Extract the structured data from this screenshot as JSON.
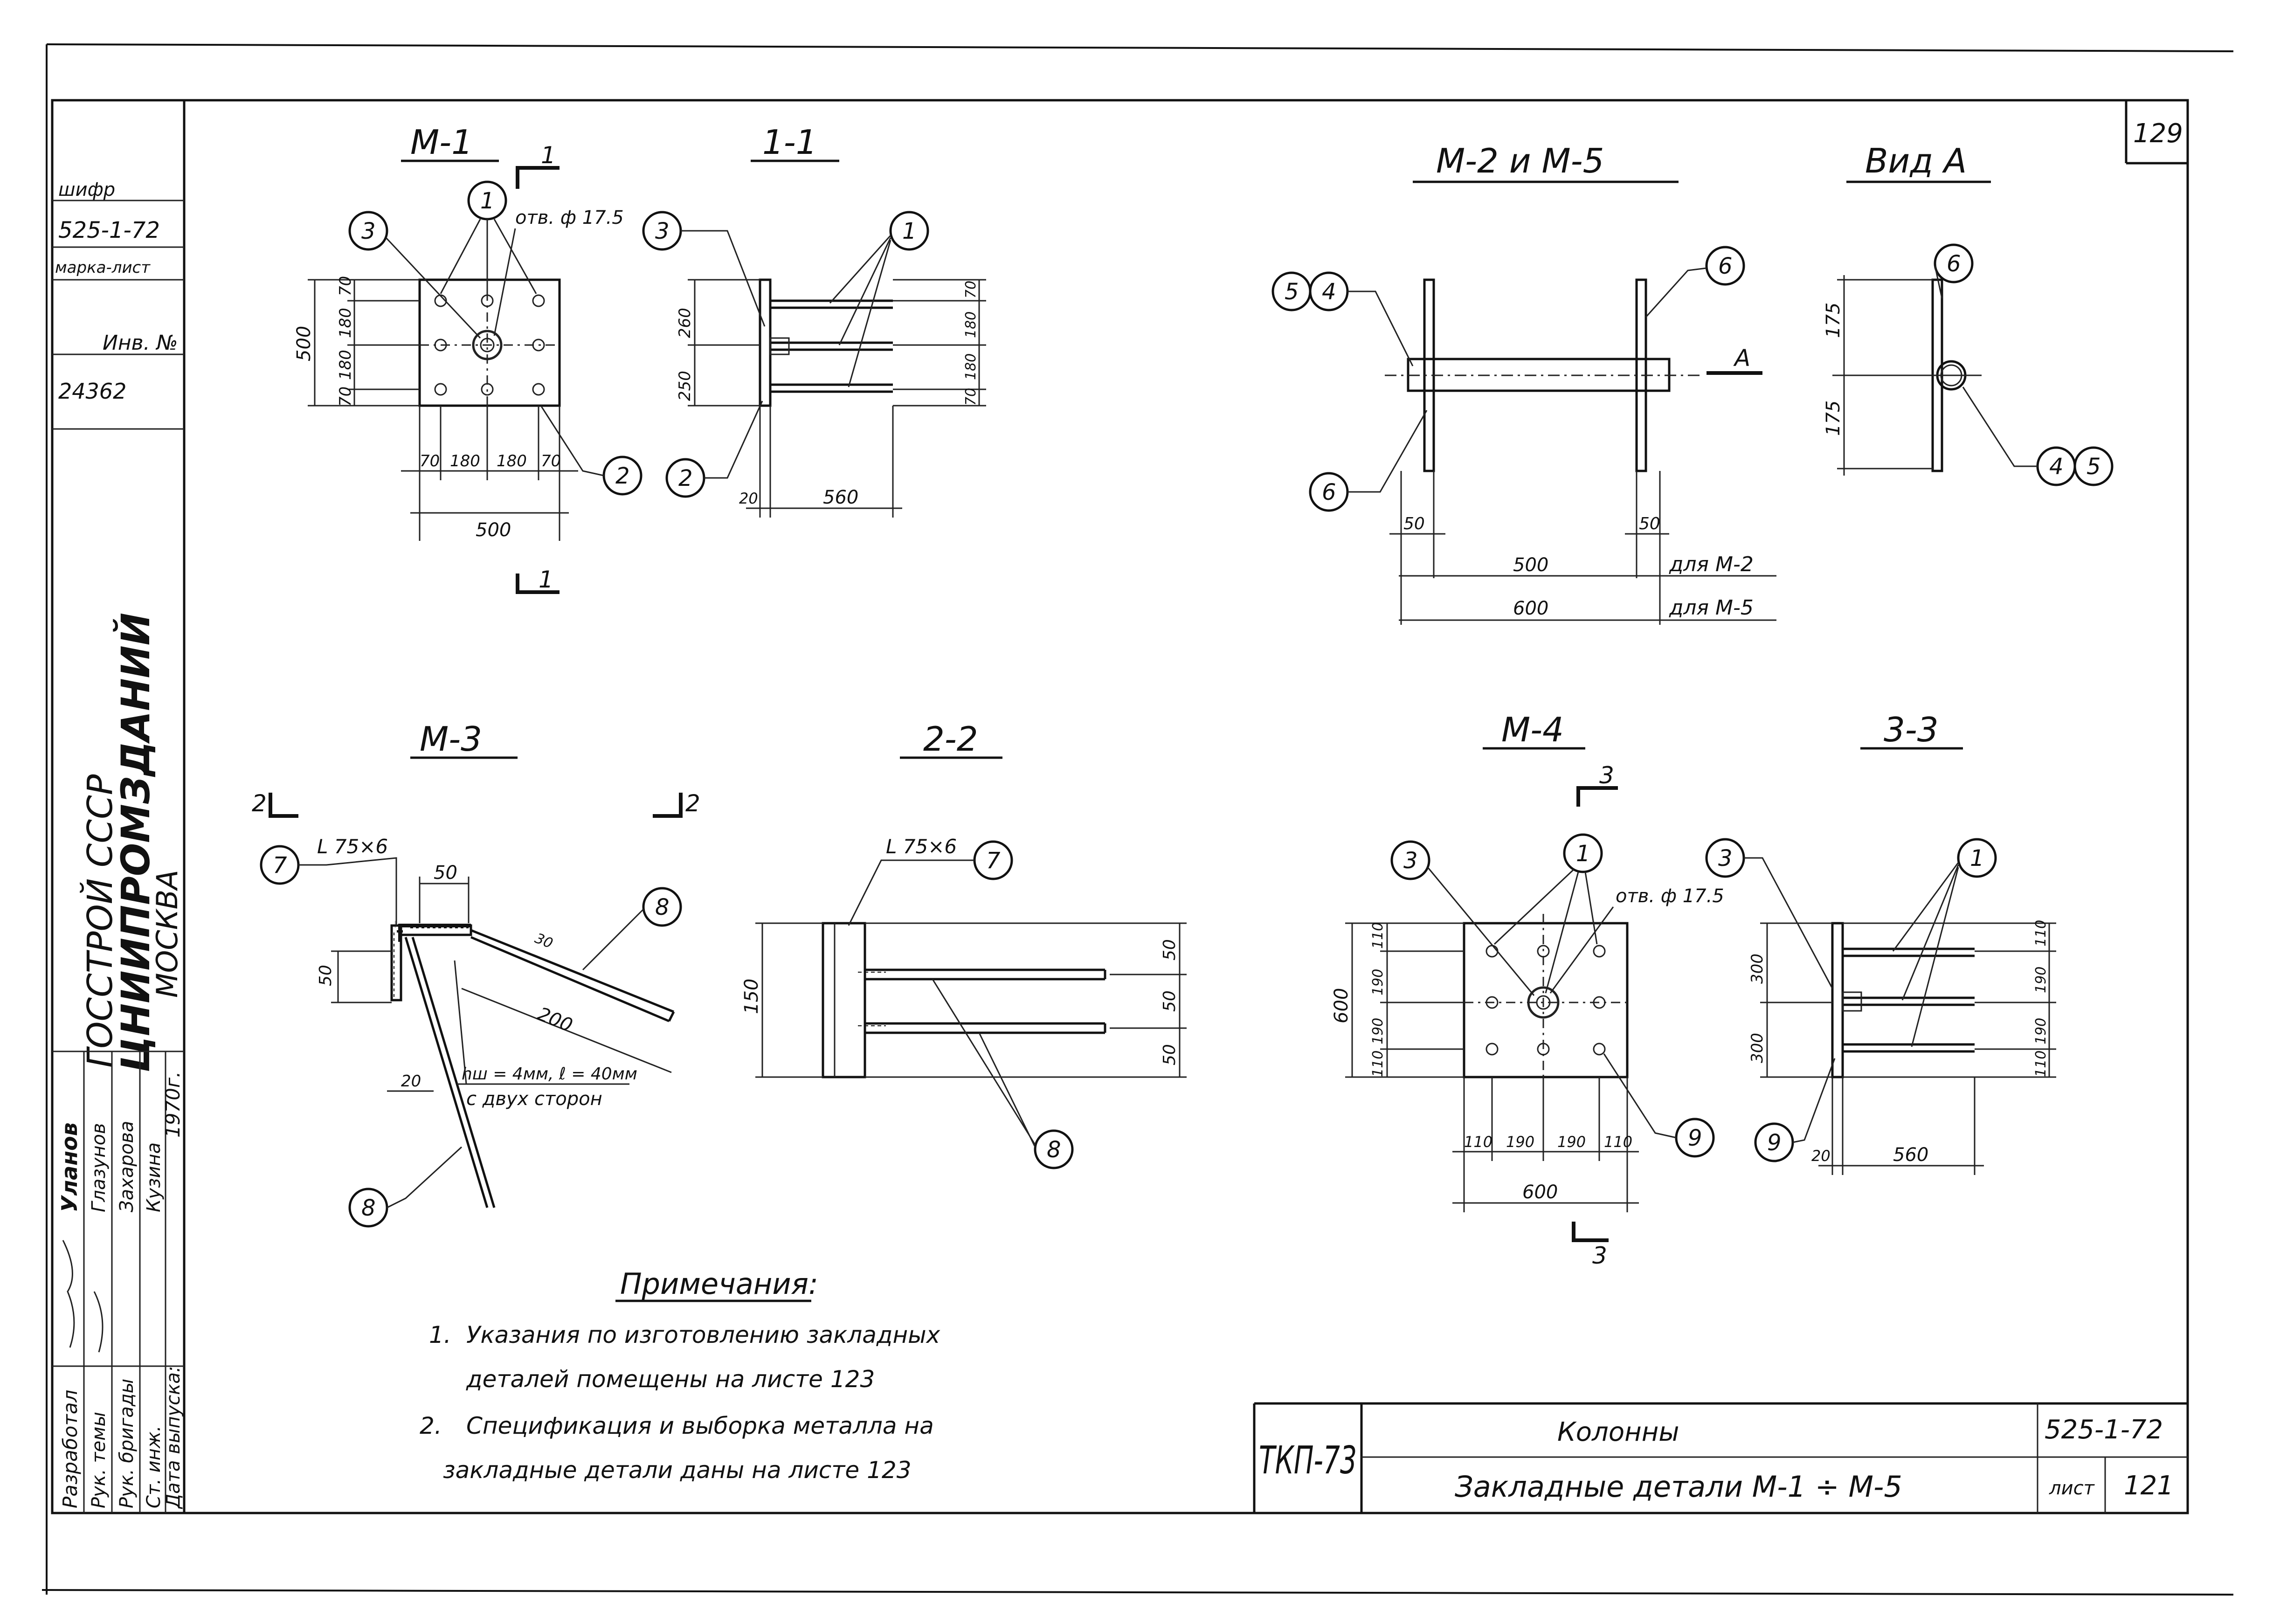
{
  "sheet": {
    "page_number": "129",
    "series_label": "шифр",
    "series_value": "525-1-72",
    "mark_label": "марка-лист",
    "inv_label": "Инв. №",
    "inv_value": "24362",
    "org_line1": "ГОССТРОЙ СССР",
    "org_line2": "ЦНИИПРОМЗДАНИЙ",
    "org_line3": "МОСКВА"
  },
  "stamp": {
    "rows": [
      {
        "role": "Разработал",
        "name": "Уланов"
      },
      {
        "role": "Рук. темы",
        "name": "Глазунов"
      },
      {
        "role": "Рук. бригады",
        "name": "Захарова"
      },
      {
        "role": "Ст. инж.",
        "name": "Кузина"
      }
    ],
    "date_label": "Дата выпуска:",
    "date_value": "1970г."
  },
  "title_block": {
    "code": "ТКП-73",
    "object": "Колонны",
    "title": "Закладные детали М-1 ÷ М-5",
    "series": "525-1-72",
    "sheet_label": "лист",
    "sheet_no": "121"
  },
  "views": {
    "m1": {
      "title": "М-1",
      "section_mark": "1",
      "hole_label": "отв. ф 17.5",
      "dim_side": "500",
      "dim_h": [
        "70",
        "180",
        "180",
        "70"
      ],
      "dim_v": [
        "70",
        "180",
        "180",
        "70"
      ],
      "dim_total": "500",
      "callouts": [
        "3",
        "1",
        "2"
      ]
    },
    "s11": {
      "title": "1-1",
      "dims_left": [
        "260",
        "250"
      ],
      "dims_right": [
        "70",
        "180",
        "180",
        "70"
      ],
      "dim_t": "20",
      "dim_len": "560",
      "callouts": [
        "3",
        "1",
        "2"
      ]
    },
    "m2m5": {
      "title": "М-2 и М-5",
      "dim_end": "50",
      "dim_m2": "500",
      "label_m2": "для М-2",
      "dim_m5": "600",
      "label_m5": "для М-5",
      "arrow_label": "А",
      "callouts": [
        "5",
        "4",
        "6",
        "6"
      ]
    },
    "vida": {
      "title": "Вид А",
      "dims": [
        "175",
        "175"
      ],
      "callouts": [
        "6",
        "4",
        "5"
      ]
    },
    "m3": {
      "title": "М-3",
      "section_mark": "2",
      "angle_label": "L 75×6",
      "dim_top": "50",
      "dim_left": "50",
      "dim_diag": "200",
      "dim_30": "30",
      "dim_20": "20",
      "weld_line1": "hш = 4мм, ℓ = 40мм",
      "weld_line2": "с двух сторон",
      "callouts": [
        "7",
        "8",
        "8"
      ]
    },
    "s22": {
      "title": "2-2",
      "angle_label": "L 75×6",
      "dim_h": "150",
      "dims_right": [
        "50",
        "50",
        "50"
      ],
      "callouts": [
        "7",
        "8"
      ]
    },
    "m4": {
      "title": "М-4",
      "section_mark": "3",
      "hole_label": "отв. ф 17.5",
      "dim_side": "600",
      "dim_v": [
        "110",
        "190",
        "190",
        "110"
      ],
      "dim_h": [
        "110",
        "190",
        "190",
        "110"
      ],
      "dim_total": "600",
      "callouts": [
        "3",
        "1",
        "9"
      ]
    },
    "s33": {
      "title": "3-3",
      "dims_left": [
        "300",
        "300"
      ],
      "dims_right": [
        "110",
        "190",
        "190",
        "110"
      ],
      "dim_t": "20",
      "dim_len": "560",
      "callouts": [
        "3",
        "1",
        "9"
      ]
    }
  },
  "notes": {
    "title": "Примечания:",
    "items": [
      {
        "num": "1.",
        "line1": "Указания по изготовлению закладных",
        "line2": "деталей помещены на листе 123"
      },
      {
        "num": "2.",
        "line1": "Спецификация и выборка металла на",
        "line2": "закладные детали даны на листе 123"
      }
    ]
  }
}
